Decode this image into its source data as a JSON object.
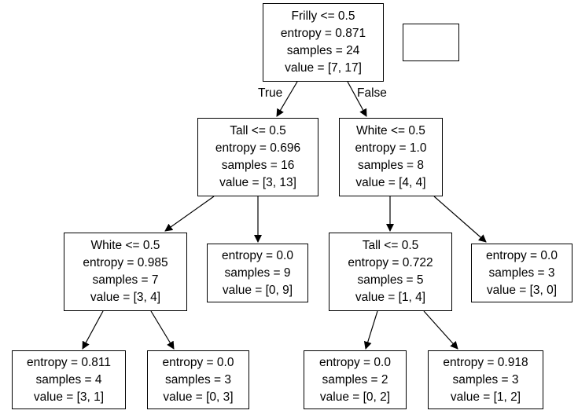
{
  "tree": {
    "nodes": [
      {
        "id": "root",
        "lines": [
          "Frilly <= 0.5",
          "entropy = 0.871",
          "samples = 24",
          "value = [7, 17]"
        ]
      },
      {
        "id": "n1",
        "lines": [
          "Tall <= 0.5",
          "entropy = 0.696",
          "samples = 16",
          "value = [3, 13]"
        ]
      },
      {
        "id": "n2",
        "lines": [
          "White <= 0.5",
          "entropy = 1.0",
          "samples = 8",
          "value = [4, 4]"
        ]
      },
      {
        "id": "n3",
        "lines": [
          "White <= 0.5",
          "entropy = 0.985",
          "samples = 7",
          "value = [3, 4]"
        ]
      },
      {
        "id": "n4",
        "lines": [
          "entropy = 0.0",
          "samples = 9",
          "value = [0, 9]"
        ]
      },
      {
        "id": "n5",
        "lines": [
          "Tall <= 0.5",
          "entropy = 0.722",
          "samples = 5",
          "value = [1, 4]"
        ]
      },
      {
        "id": "n6",
        "lines": [
          "entropy = 0.0",
          "samples = 3",
          "value = [3, 0]"
        ]
      },
      {
        "id": "n7",
        "lines": [
          "entropy = 0.811",
          "samples = 4",
          "value = [3, 1]"
        ]
      },
      {
        "id": "n8",
        "lines": [
          "entropy = 0.0",
          "samples = 3",
          "value = [0, 3]"
        ]
      },
      {
        "id": "n9",
        "lines": [
          "entropy = 0.0",
          "samples = 2",
          "value = [0, 2]"
        ]
      },
      {
        "id": "n10",
        "lines": [
          "entropy = 0.918",
          "samples = 3",
          "value = [1, 2]"
        ]
      }
    ],
    "edges": [
      {
        "from": "root",
        "to": "n1"
      },
      {
        "from": "root",
        "to": "n2"
      },
      {
        "from": "n1",
        "to": "n3"
      },
      {
        "from": "n1",
        "to": "n4"
      },
      {
        "from": "n2",
        "to": "n5"
      },
      {
        "from": "n2",
        "to": "n6"
      },
      {
        "from": "n3",
        "to": "n7"
      },
      {
        "from": "n3",
        "to": "n8"
      },
      {
        "from": "n5",
        "to": "n9"
      },
      {
        "from": "n5",
        "to": "n10"
      }
    ],
    "edge_labels": {
      "true": "True",
      "false": "False"
    }
  }
}
